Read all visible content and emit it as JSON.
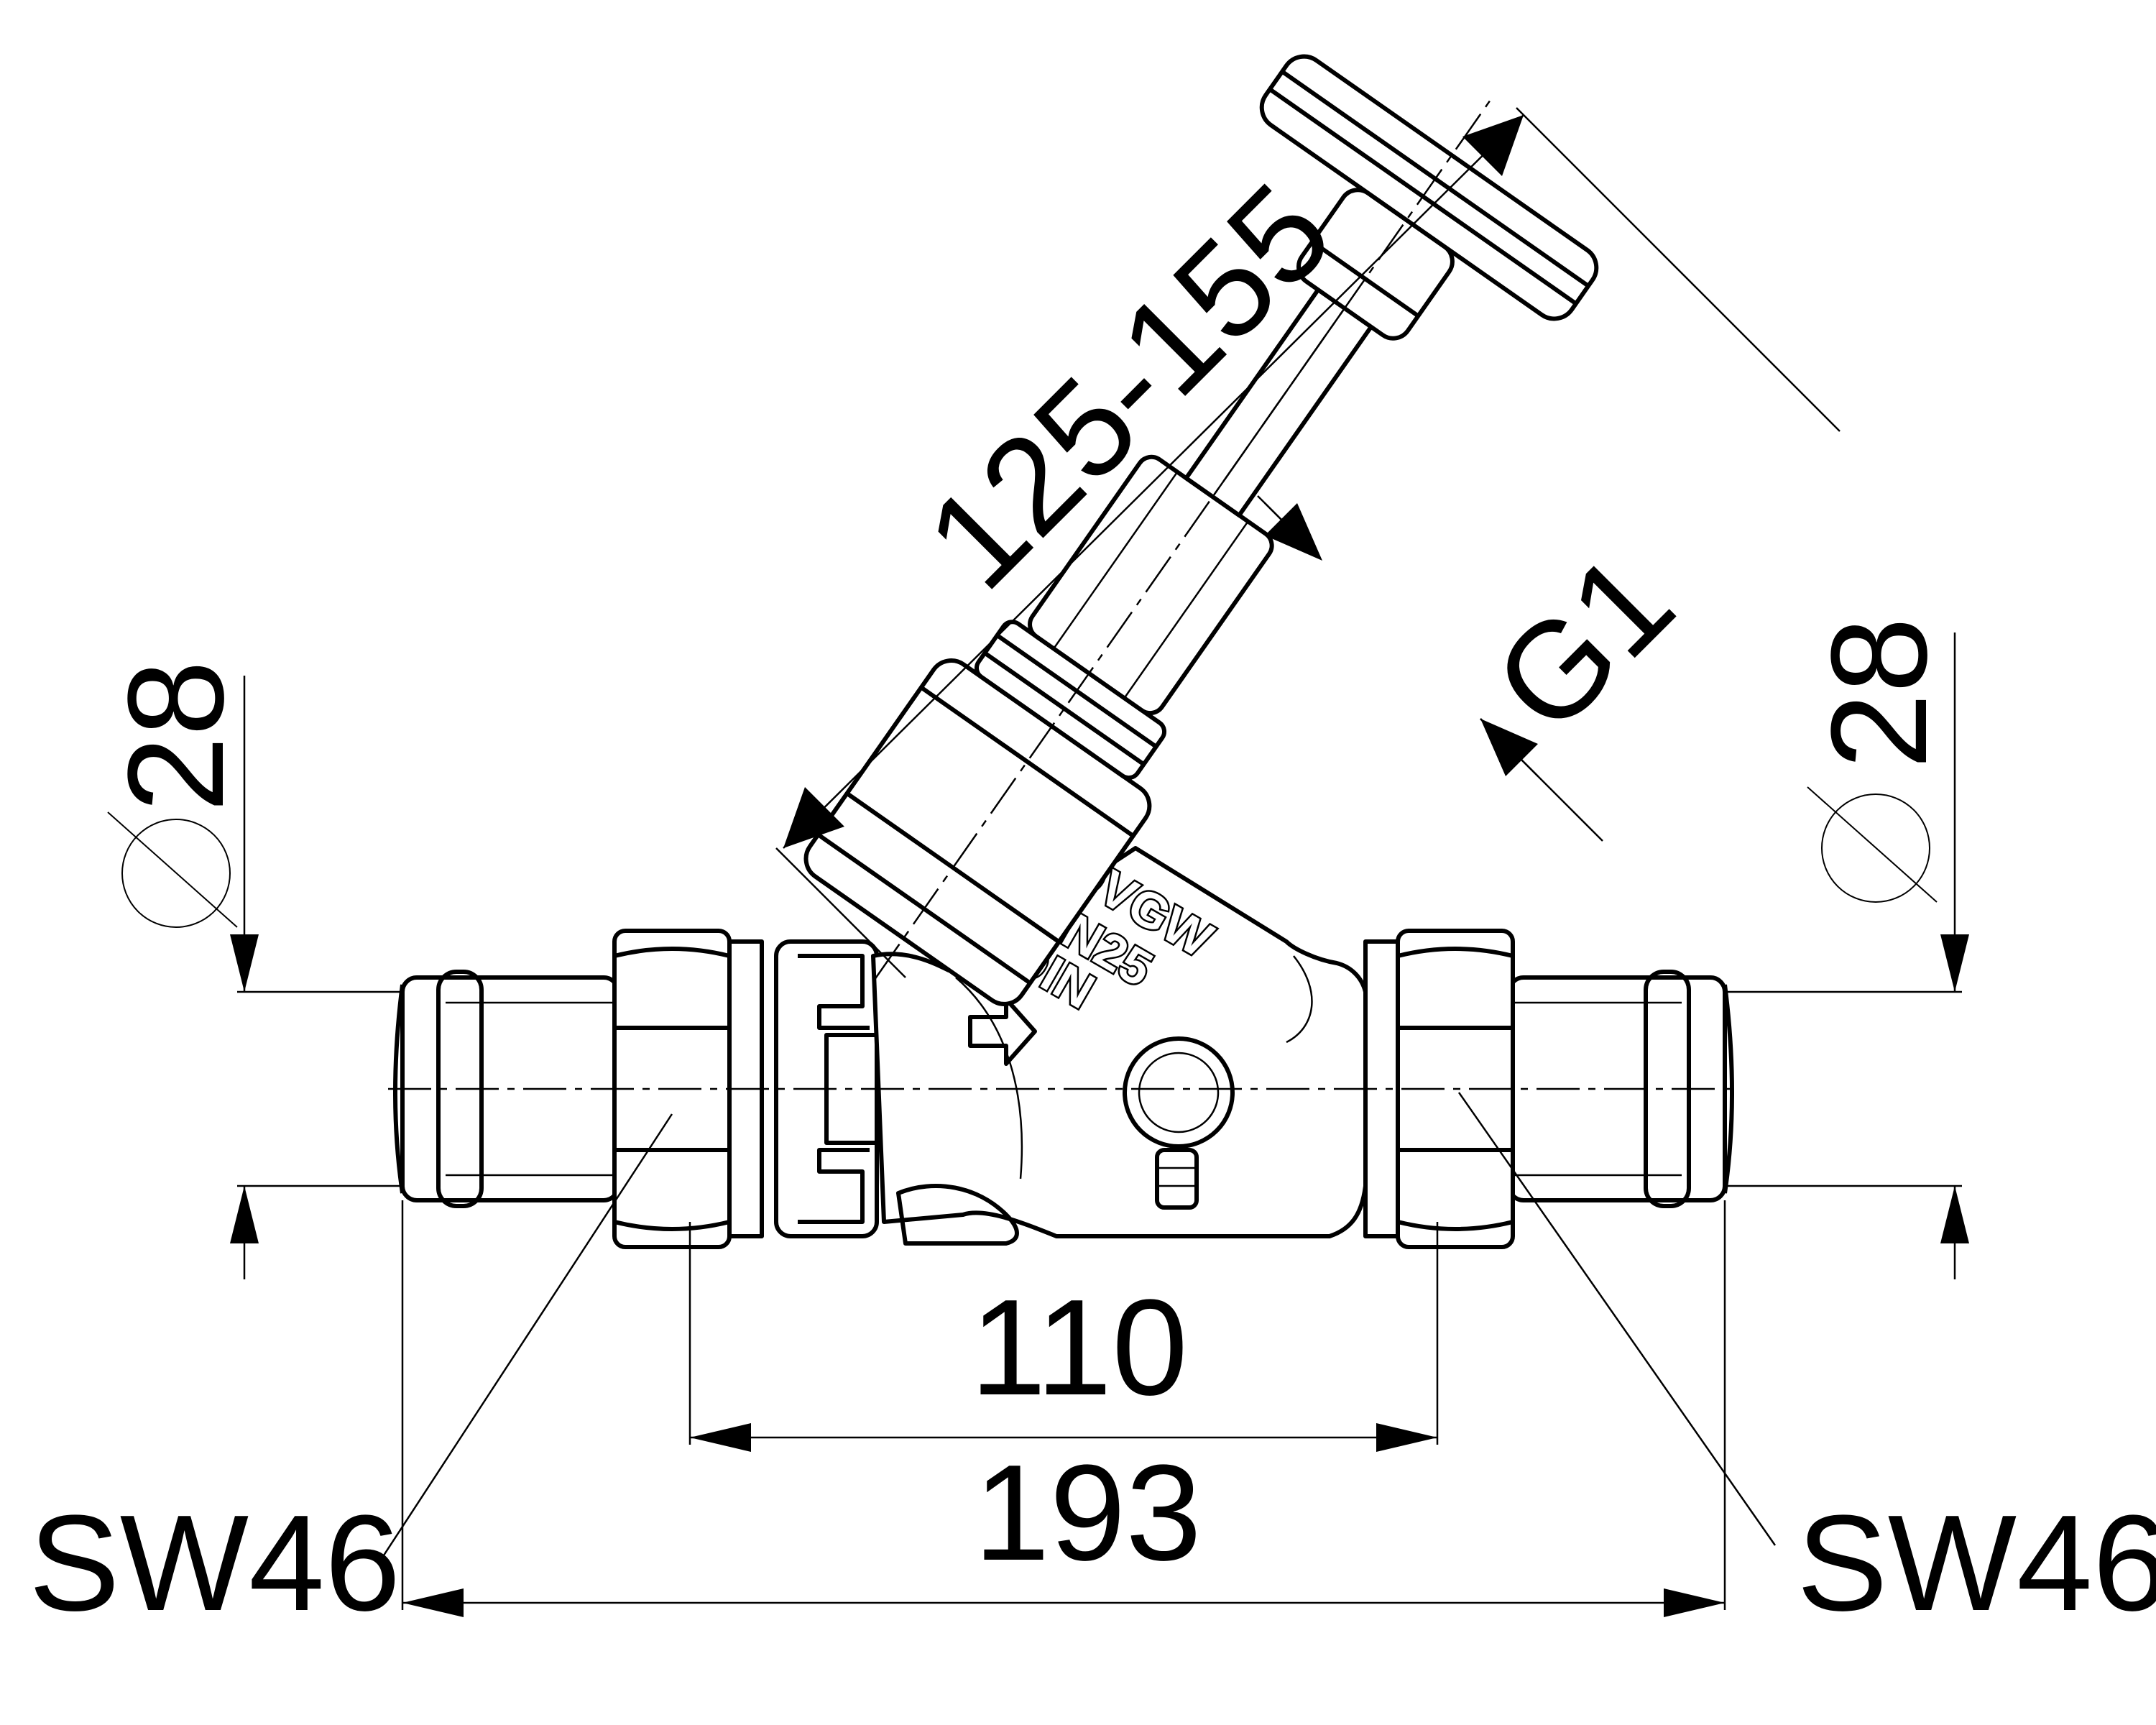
{
  "dimensions": {
    "stem_length": "125-155",
    "thread": "G1",
    "diameter_left": "28",
    "diameter_right": "28",
    "inner_length": "110",
    "overall_length": "193",
    "wrench_left": "SW46",
    "wrench_right": "SW46"
  },
  "body_marking": {
    "line1": "DVGW",
    "line2": "DN25",
    "line3": "DIN"
  }
}
